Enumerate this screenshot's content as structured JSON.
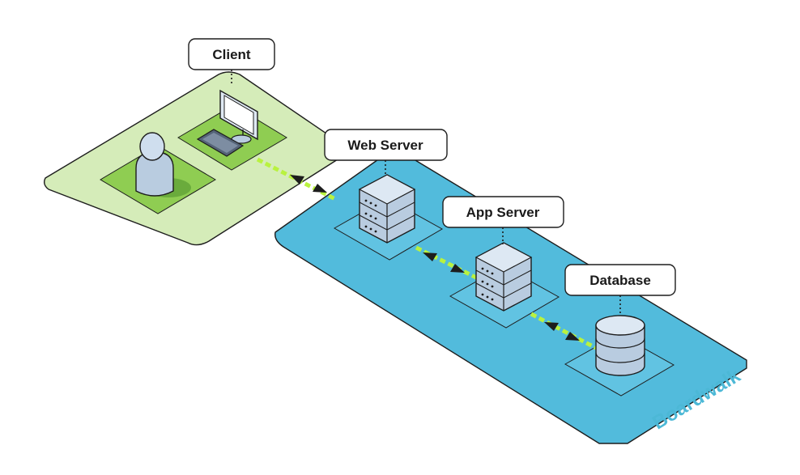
{
  "nodes": {
    "client": {
      "label": "Client"
    },
    "web_server": {
      "label": "Web Server"
    },
    "app_server": {
      "label": "App Server"
    },
    "database": {
      "label": "Database"
    }
  },
  "brand": {
    "watermark": "Boardwalk"
  },
  "colors": {
    "client_zone": "#d5ecb9",
    "client_pad": "#8fcd52",
    "server_zone": "#52bbdc",
    "server_pad": "#61c3e2",
    "link": "#b9f23f",
    "watermark": "#4cb8d6"
  },
  "icons": [
    "user-icon",
    "monitor-icon",
    "keyboard-icon",
    "server-icon",
    "database-icon"
  ]
}
